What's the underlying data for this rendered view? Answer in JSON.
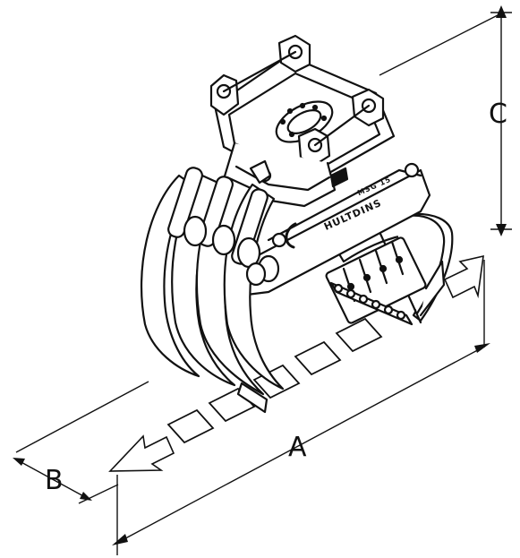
{
  "dimensions": {
    "a_label": "A",
    "b_label": "B",
    "c_label": "C"
  },
  "product": {
    "brand_text": "HULTDINS",
    "model_text": "MSG 15"
  },
  "colors": {
    "line": "#111111",
    "fill": "#ffffff",
    "shade": "#d9d9d9"
  }
}
